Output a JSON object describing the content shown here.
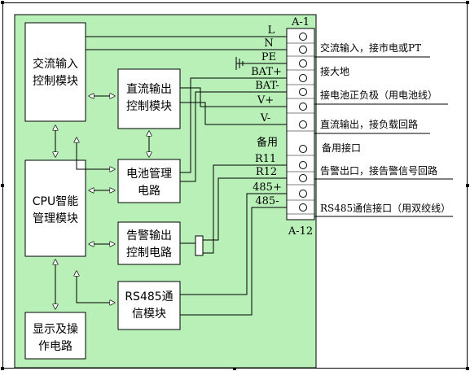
{
  "blocks": {
    "ac_input": [
      "交流输入",
      "控制模块"
    ],
    "dc_output": [
      "直流输出",
      "控制模块"
    ],
    "battery_mgmt": [
      "电池管理",
      "电路"
    ],
    "cpu": [
      "CPU智能",
      "管理模块"
    ],
    "alarm_output": [
      "告警输出",
      "控制电路"
    ],
    "rs485": [
      "RS485通",
      "信模块"
    ],
    "display": [
      "显示及操",
      "作电路"
    ]
  },
  "terminal": {
    "top_label": "A-1",
    "bottom_label": "A-12",
    "pins": [
      "L",
      "N",
      "PE",
      "BAT+",
      "BAT-",
      "V+",
      "V-",
      "备用",
      "R11",
      "R12",
      "485+",
      "485-"
    ]
  },
  "annotations": {
    "ac_input": "交流输入，接市电或PT",
    "ground": "接大地",
    "battery": "接电池正负极（用电池线）",
    "dc_output": "直流输出，接负载回路",
    "spare": "备用接口",
    "alarm": "告警出口，接告警信号回路",
    "rs485": "RS485通信接口（用双绞线）"
  },
  "colors": {
    "panel": "#b8f0b8",
    "background": "#ffffff",
    "line": "#000000"
  }
}
